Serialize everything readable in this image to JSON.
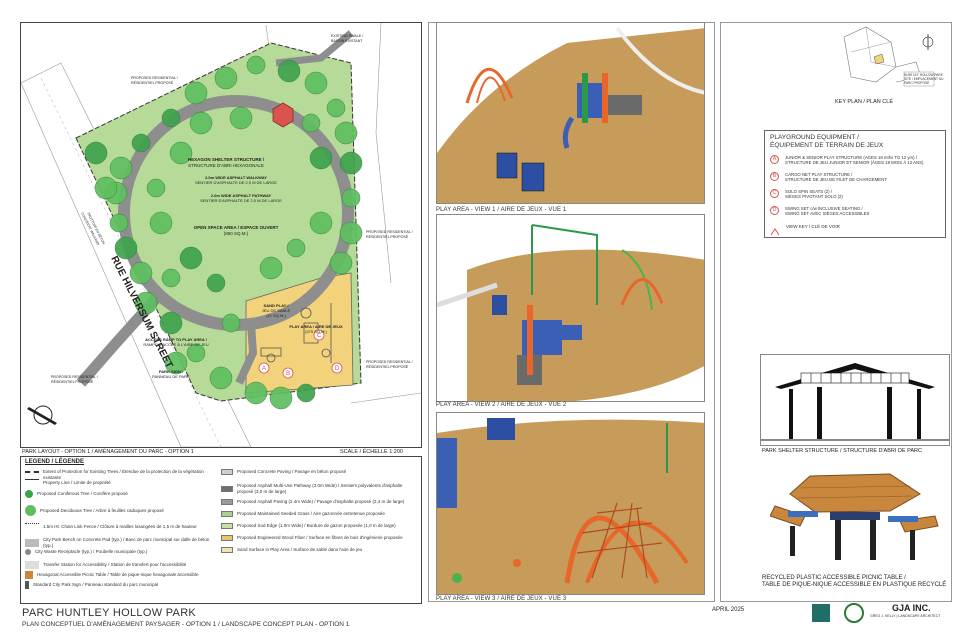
{
  "map": {
    "street": "RUE HILVERSUM STREET",
    "shelter_label_1": "HEXAGON SHELTER STRUCTURE /",
    "shelter_label_2": "STRUCTURE D'ABRI HEXAGONALE",
    "walkway_1": "2.0m WIDE ASPHALT WALKWAY",
    "walkway_1_fr": "SENTIER D'ASPHALTE DE 2,0 M DE LARGE",
    "walkway_2": "2.0m WIDE ASPHALT PATHWAY",
    "walkway_2_fr": "SENTIER D'ASPHALTE DE 2,0 M DE LARGE",
    "open_space": "OPEN SPACE AREA / ESPACE OUVERT",
    "open_space_area": "(850 SQ.M.)",
    "sand_1": "SAND PLAY /",
    "sand_2": "JEU DE SABLE",
    "sand_area": "(21 SQ.M.)",
    "play_1": "PLAY AREA / AIRE DE JEUX",
    "play_area": "(375 SQ.M.)",
    "ramp_1": "ACCESS RAMP TO PLAY AREA /",
    "ramp_2": "RAMPE D'ACCÈS À L'AIRE DE JEU",
    "sign_1": "PARK SIGN /",
    "sign_2": "PANNEAU DE PARC",
    "existing_1": "EXISTING SWALE /",
    "existing_2": "BASSIN EXISTANT",
    "res_label_1": "PROPOSED RESIDENTIAL /",
    "res_label_2": "RÉSIDENTIEL PROPOSÉ",
    "concrete_1": "CONCRETE WALKWAY",
    "concrete_2": "TROTTOIR EN BÉTON",
    "markers": [
      "A",
      "B",
      "C",
      "D"
    ]
  },
  "park_layout_title": "PARK LAYOUT - OPTION 1 / AMÉNAGEMENT DU PARC - OPTION 1",
  "scale": "SCALE / ÉCHELLE 1:200",
  "legend_title": "LEGEND / LÉGENDE",
  "legend_left": [
    {
      "label": "Extent of Protection for Existing Trees / Étendue de la protection de la végétation existante",
      "kind": "dash"
    },
    {
      "label": "Property Line / Limite de propriété",
      "kind": "line"
    },
    {
      "label": "Proposed Coniferous Tree / Conifère proposé",
      "kind": "conifer"
    },
    {
      "label": "Proposed Deciduous Tree / Arbre à feuilles caduques proposé",
      "kind": "deciduous"
    },
    {
      "label": "1.5m Ht. Chain Link Fence / Clôture à mailles losangées de 1,5 m de hauteur",
      "kind": "fence"
    },
    {
      "label": "City Park Bench on Concrete Pad (typ.) / Banc de parc municipal sur dalle de béton (typ.)",
      "kind": "bench"
    },
    {
      "label": "City Waste Receptacle (typ.) / Poubelle municipale (typ.)",
      "kind": "waste"
    },
    {
      "label": "Transfer Station for Accessibility / Station de transfert pour l'accessibilité",
      "kind": "transfer"
    },
    {
      "label": "Hexagonal Accessible Picnic Table / Table de pique-nique hexagonale accessible",
      "kind": "picnic"
    },
    {
      "label": "Standard City Park Sign / Panneau standard du parc municipal",
      "kind": "sign"
    }
  ],
  "legend_right": [
    {
      "label": "Proposed Concrete Paving / Pavage en béton proposé",
      "color": "#cfcfcf"
    },
    {
      "label": "Proposed Asphalt Multi-Use Pathway (3.0m Wide) / Sentiers polyvalents d'asphalte proposé (3,0 m de large)",
      "color": "#6e6e6e"
    },
    {
      "label": "Proposed Asphalt Paving (2.4m Wide) / Pavage d'asphalte proposé (2,4 m de large)",
      "color": "#9a9a9a"
    },
    {
      "label": "Proposed Maintained Seeded Grass / Aire gazonnée entretenue proposée",
      "color": "#a9d18e"
    },
    {
      "label": "Proposed Sod Edge (1.0m Wide) / Bordure de gazon proposée (1,0 m de large)",
      "color": "#c6e0a8"
    },
    {
      "label": "Proposed Engineered Wood Fiber / Surface en fibres de bois d'ingénierie proposée",
      "color": "#e9c46a"
    },
    {
      "label": "Sand Surface in Play Area / Surface de sable dans l'aire de jeu",
      "color": "#f3e3b0"
    }
  ],
  "project_title": "PARC HUNTLEY HOLLOW PARK",
  "project_subtitle": "PLAN CONCEPTUEL D'AMÉNAGEMENT PAYSAGER - OPTION 1 / LANDSCAPE CONCEPT PLAN - OPTION 1",
  "views": [
    {
      "caption": "PLAY AREA - VIEW 1 / AIRE DE JEUX - VUE 1"
    },
    {
      "caption": "PLAY AREA - VIEW 2 / AIRE DE JEUX - VUE 2"
    },
    {
      "caption": "PLAY AREA - VIEW 3 / AIRE DE JEUX - VUE 3"
    }
  ],
  "key_plan": "KEY PLAN / PLAN CLÉ",
  "key_plan_note": "HUNTLEY HOLLOW PARK SITE / EMPLACEMENT DU PARC PROPOSÉ",
  "equipment": {
    "title_1": "PLAYGROUND EQUIPMENT /",
    "title_2": "ÉQUIPEMENT DE TERRAIN DE JEUX",
    "items": [
      {
        "marker": "A",
        "line1": "JUNIOR & SENIOR PLAY STRUCTURE (AGES 18 mths TO 12 yrs) /",
        "line2": "STRUCTURE DE JEU JUNIOR ET SENIOR (ÂGES 18 MOIS À 12 ANS)"
      },
      {
        "marker": "B",
        "line1": "CARGO NET PLAY STRUCTURE /",
        "line2": "STRUCTURE DE JEU DE FILET DE CHARGEMENT"
      },
      {
        "marker": "C",
        "line1": "SOLO SPIN SEATS (2) /",
        "line2": "SIÈGES PIVOTANT SOLO (2)"
      },
      {
        "marker": "D",
        "line1": "SWING SET c/w INCLUSIVE SEATING /",
        "line2": "SWING SET AVEC SIÈGES ACCESSIBLES"
      }
    ],
    "view_key": "VIEW KEY / CLÉ DE VOIR"
  },
  "shelter_caption": "PARK SHELTER STRUCTURE / STRUCTURE D'ABRI DE PARC",
  "picnic_caption_1": "RECYCLED PLASTIC ACCESSIBLE PICNIC TABLE /",
  "picnic_caption_2": "TABLE DE PIQUE-NIQUE ACCESSIBLE EN PLASTIQUE RECYCLÉ",
  "date": "APRIL 2025",
  "firm": "GJA INC.",
  "firm_sub": "GREG J. KELLY | LANDSCAPE ARCHITECT",
  "colors": {
    "grass": "#a9d18e",
    "tree": "#5fbf5f",
    "path": "#8a8a8a",
    "play": "#f2d27a",
    "sand": "#c79c5a",
    "orange": "#e8662a",
    "red": "#d9534f",
    "blue": "#2c4fa3"
  }
}
